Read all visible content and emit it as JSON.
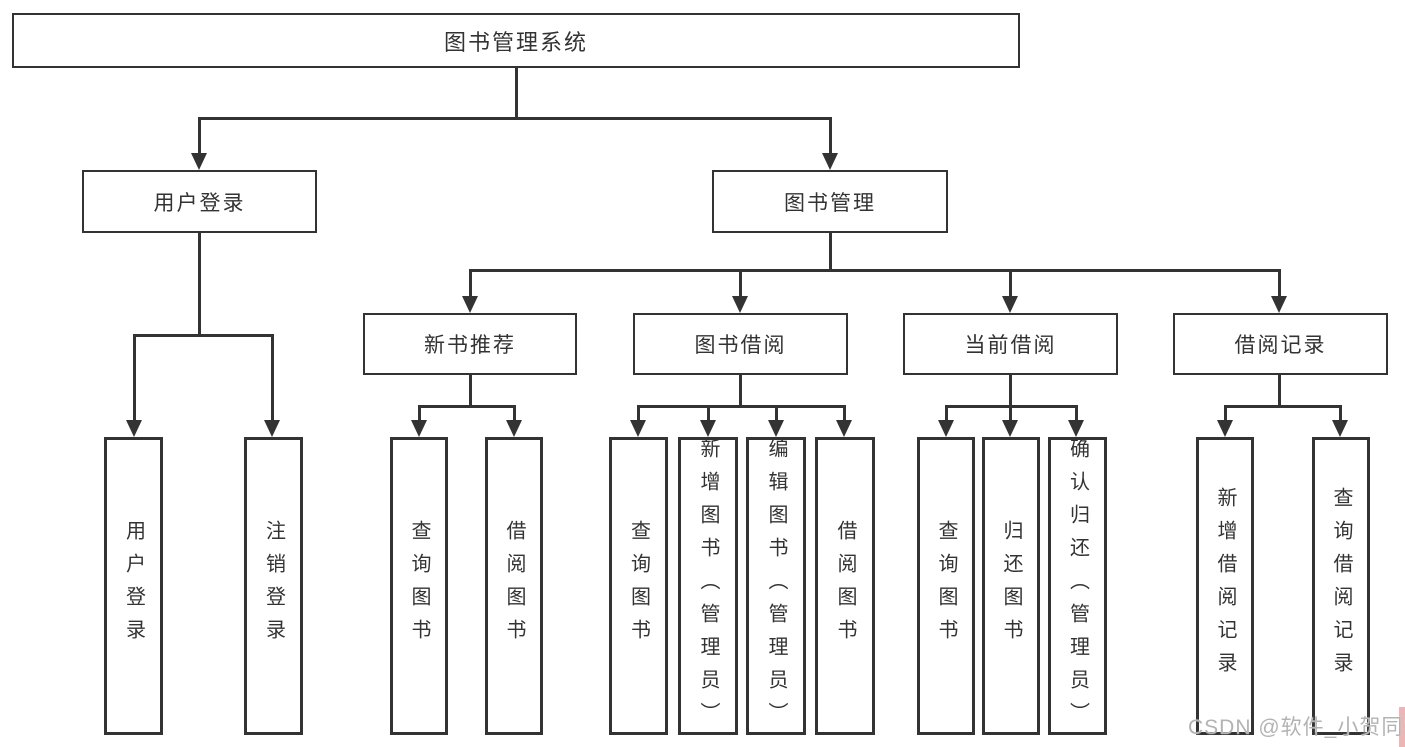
{
  "diagram": {
    "root": {
      "label": "图书管理系统"
    },
    "level1": [
      {
        "label": "用户登录"
      },
      {
        "label": "图书管理"
      }
    ],
    "level2": [
      {
        "label": "新书推荐"
      },
      {
        "label": "图书借阅"
      },
      {
        "label": "当前借阅"
      },
      {
        "label": "借阅记录"
      }
    ],
    "leaves": {
      "login": [
        "用户登录",
        "注销登录"
      ],
      "new_books": [
        "查询图书",
        "借阅图书"
      ],
      "borrow": [
        "查询图书",
        "新增图书（管理员）",
        "编辑图书（管理员）",
        "借阅图书"
      ],
      "current": [
        "查询图书",
        "归还图书",
        "确认归还（管理员）"
      ],
      "records": [
        "新增借阅记录",
        "查询借阅记录"
      ]
    },
    "colors": {
      "line": "#333333",
      "text": "#333333",
      "background": "#ffffff",
      "watermark": "#b3b3b3"
    }
  },
  "watermark": {
    "text": "CSDN @软件_小贺同学"
  }
}
